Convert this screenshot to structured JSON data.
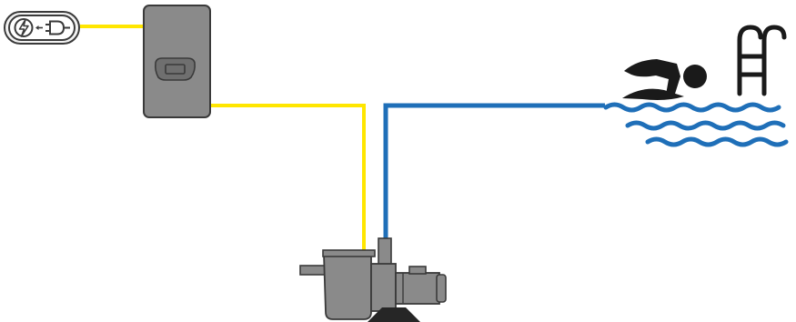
{
  "colors": {
    "power_wire": "#ffe600",
    "water_pipe": "#1f6fb8",
    "device_body": "#8a8a8a",
    "device_outline": "#3a3a3a",
    "pool_water": "#1f6fb8",
    "swimmer": "#1a1a1a"
  },
  "nodes": [
    {
      "id": "power-outlet",
      "icon": "power-plug-icon"
    },
    {
      "id": "controller",
      "icon": "controller-unit-icon"
    },
    {
      "id": "pool-pump",
      "icon": "pump-icon"
    },
    {
      "id": "swimming-pool",
      "icon": "swimmer-pool-icon"
    }
  ],
  "connections": [
    {
      "from": "power-outlet",
      "to": "controller",
      "kind": "power"
    },
    {
      "from": "controller",
      "to": "pool-pump",
      "kind": "power"
    },
    {
      "from": "pool-pump",
      "to": "swimming-pool",
      "kind": "water"
    }
  ]
}
